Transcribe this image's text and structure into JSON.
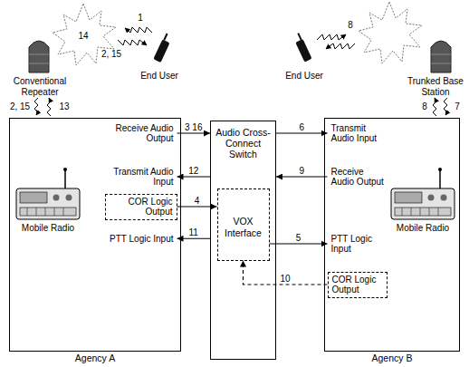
{
  "diagram": {
    "nodes": [
      {
        "text": [
          "Agency A"
        ]
      },
      {
        "text": [
          "Receive Audio Output"
        ],
        "in": 0
      },
      {
        "text": [
          "Transmit Audio Input"
        ],
        "in": 0
      },
      {
        "text": [
          "COR Logic Output"
        ],
        "in": 0
      },
      {
        "text": [
          "PTT Logic Input"
        ],
        "in": 0
      },
      {
        "text": [
          "Audio Cross-Connect Switch"
        ]
      },
      {
        "text": [
          "VOX Interface"
        ],
        "in": 5
      },
      {
        "text": [
          "Agency B"
        ]
      },
      {
        "text": [
          "Transmit Audio Input"
        ],
        "in": 7
      },
      {
        "text": [
          "Receive Audio Output"
        ],
        "in": 7
      },
      {
        "text": [
          "PTT Logic Input"
        ],
        "in": 7
      },
      {
        "text": [
          "COR Logic Output"
        ],
        "in": 7
      }
    ],
    "edges": [
      {
        "from": 1,
        "to": 5,
        "label": "3 16",
        "arrow": "to"
      },
      {
        "from": 5,
        "to": 2,
        "label": "12",
        "arrow": "to"
      },
      {
        "from": 3,
        "to": 6,
        "label": "4",
        "arrow": "to"
      },
      {
        "from": 5,
        "to": 4,
        "label": "11",
        "arrow": "to"
      },
      {
        "from": 5,
        "to": 8,
        "label": "6",
        "arrow": "to"
      },
      {
        "from": 9,
        "to": 5,
        "label": "9",
        "arrow": "to"
      },
      {
        "from": 6,
        "to": 10,
        "label": "5",
        "arrow": "to"
      },
      {
        "from": 11,
        "to": 6,
        "label": "10",
        "arrow": "to"
      }
    ],
    "labels": [
      "14",
      "1",
      "2, 15",
      "End User",
      "Conventional Repeater",
      "2, 15",
      "13",
      "End User",
      "Trunked Base Station",
      "8",
      "8",
      "7",
      "Mobile Radio",
      "Mobile Radio"
    ]
  }
}
